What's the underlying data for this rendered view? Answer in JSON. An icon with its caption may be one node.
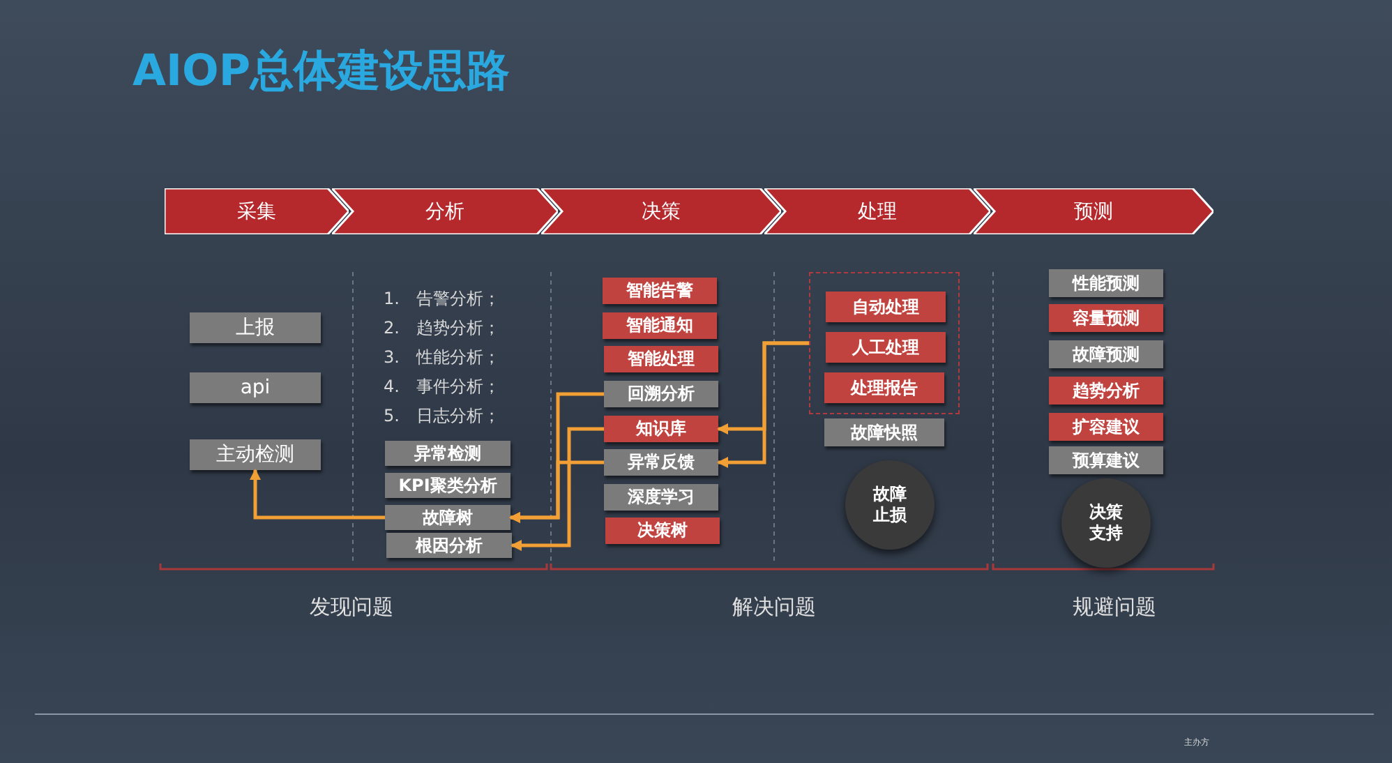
{
  "diagram": {
    "title": "AIOP总体建设思路",
    "nodes": [
      {
        "text": [
          "采集"
        ]
      },
      {
        "text": [
          "分析"
        ]
      },
      {
        "text": [
          "决策"
        ]
      },
      {
        "text": [
          "处理"
        ]
      },
      {
        "text": [
          "预测"
        ]
      },
      {
        "text": [
          "上报"
        ]
      },
      {
        "text": [
          "api"
        ]
      },
      {
        "text": [
          "主动检测"
        ]
      },
      {
        "text": [
          "异常检测"
        ]
      },
      {
        "text": [
          "KPI聚类分析"
        ]
      },
      {
        "text": [
          "故障树"
        ]
      },
      {
        "text": [
          "根因分析"
        ]
      },
      {
        "text": [
          "智能告警"
        ]
      },
      {
        "text": [
          "智能通知"
        ]
      },
      {
        "text": [
          "智能处理"
        ]
      },
      {
        "text": [
          "回溯分析"
        ]
      },
      {
        "text": [
          "知识库"
        ]
      },
      {
        "text": [
          "异常反馈"
        ]
      },
      {
        "text": [
          "深度学习"
        ]
      },
      {
        "text": [
          "决策树"
        ]
      },
      {
        "text": [],
        "shape": "box"
      },
      {
        "text": [
          "自动处理"
        ],
        "in": 20
      },
      {
        "text": [
          "人工处理"
        ],
        "in": 20
      },
      {
        "text": [
          "处理报告"
        ],
        "in": 20
      },
      {
        "text": [
          "故障快照"
        ]
      },
      {
        "text": [
          "故障止损"
        ]
      },
      {
        "text": [
          "性能预测"
        ]
      },
      {
        "text": [
          "容量预测"
        ]
      },
      {
        "text": [
          "故障预测"
        ]
      },
      {
        "text": [
          "趋势分析"
        ]
      },
      {
        "text": [
          "扩容建议"
        ]
      },
      {
        "text": [
          "预算建议"
        ]
      },
      {
        "text": [
          "决策支持"
        ]
      }
    ],
    "edges": [
      {
        "from": 10,
        "to": 7,
        "arrow": "to"
      },
      {
        "from": 15,
        "to": 10,
        "arrow": "to"
      },
      {
        "from": 17,
        "to": 10,
        "arrow": "to"
      },
      {
        "from": 16,
        "to": 11,
        "arrow": "to"
      },
      {
        "from": 20,
        "to": 16,
        "arrow": "to"
      },
      {
        "from": 20,
        "to": 17,
        "arrow": "to"
      }
    ],
    "labels": [
      "1.　告警分析；",
      "2.　趋势分析；",
      "3.　性能分析；",
      "4.　事件分析；",
      "5.　日志分析；",
      "发现问题",
      "解决问题",
      "规避问题",
      "主办方"
    ]
  }
}
